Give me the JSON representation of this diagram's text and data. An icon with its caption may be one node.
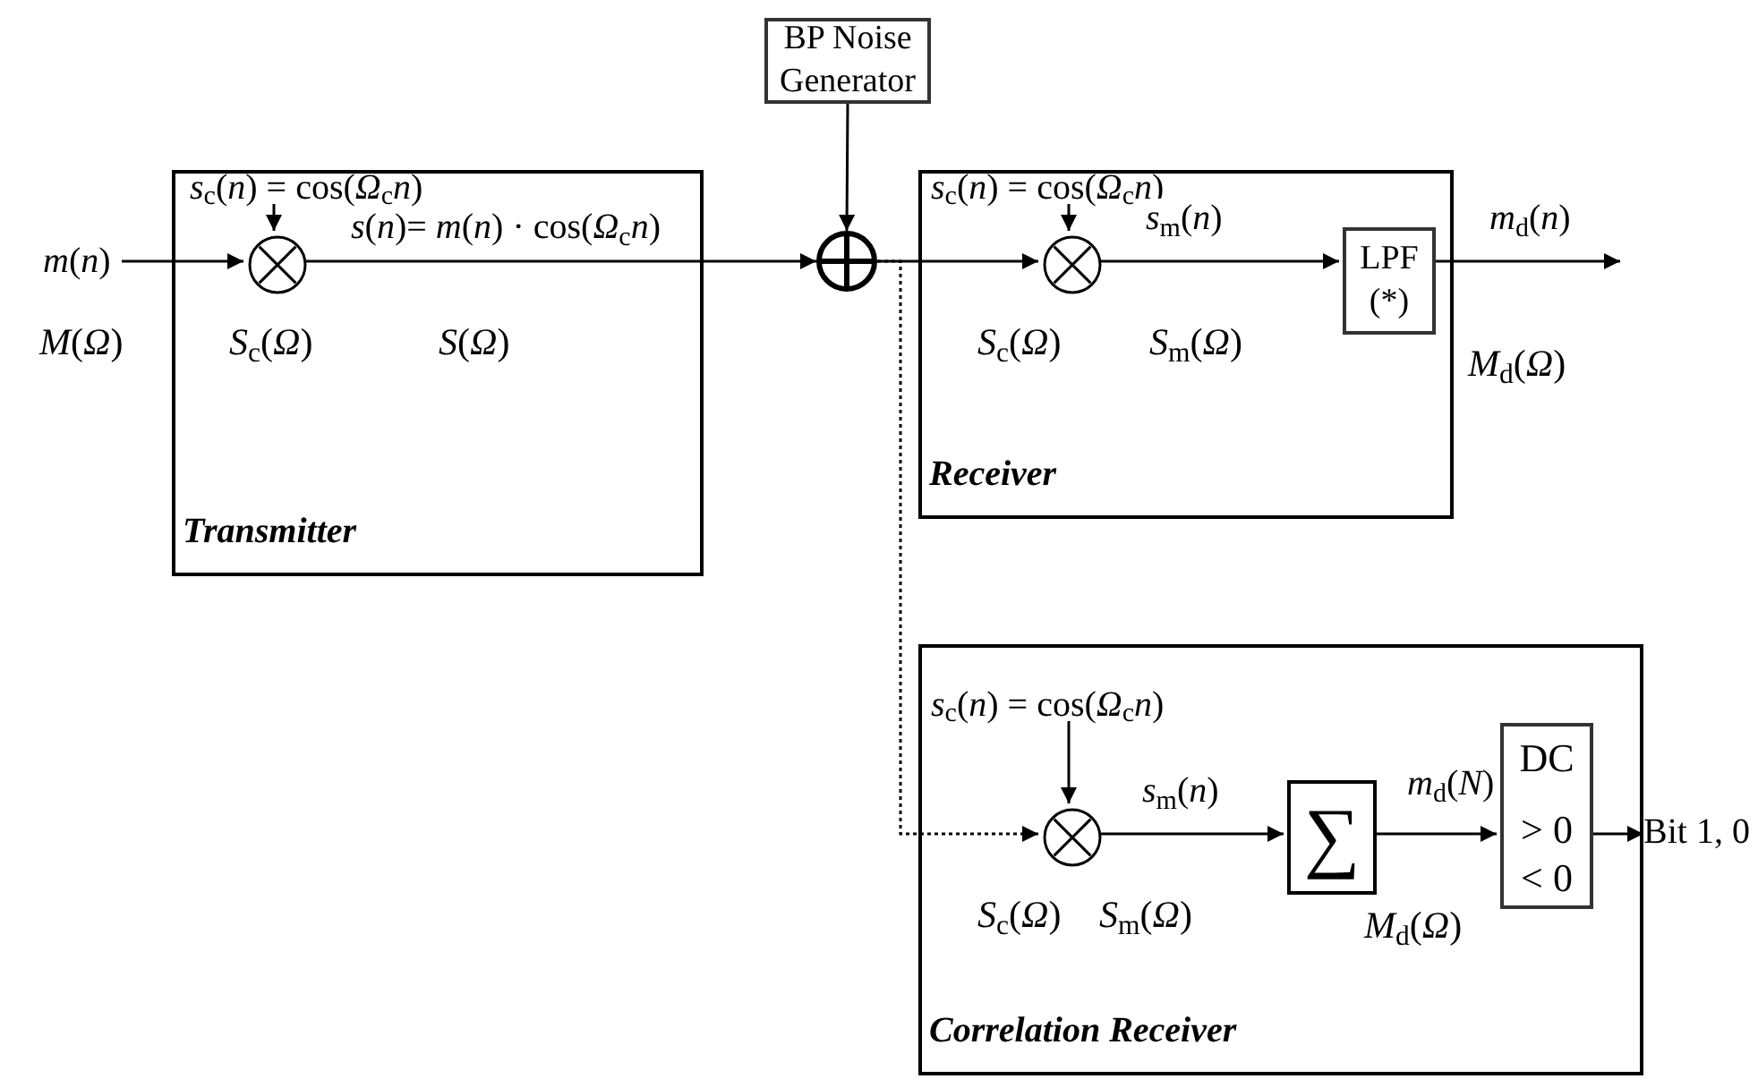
{
  "diagram": {
    "nodes": [
      {
        "text": [
          "Transmitter"
        ]
      },
      {
        "text": [],
        "shape": "circle",
        "in": 0,
        "beside": [
          "*S*$_{c}$(*Ω*)"
        ]
      },
      {
        "text": [
          "*s*$_{c}$(*n*) = cos(*Ω*$_{c}$*n*)"
        ],
        "in": 0
      },
      {
        "text": [
          "*m*(*n*)"
        ],
        "beside": [
          "*M*(*Ω*)"
        ]
      },
      {
        "text": [
          "BP Noise Generator"
        ]
      },
      {
        "text": [],
        "shape": "circle"
      },
      {
        "text": [
          "Receiver"
        ]
      },
      {
        "text": [],
        "shape": "circle",
        "in": 6,
        "beside": [
          "*S*$_{c}$(*Ω*)"
        ]
      },
      {
        "text": [
          "*s*$_{c}$(*n*) = cos(*Ω*$_{c}$*n*)"
        ],
        "in": 6
      },
      {
        "text": [
          "LPF",
          "(*)"
        ],
        "in": 6
      },
      {
        "text": [
          "Correlation Receiver"
        ]
      },
      {
        "text": [],
        "shape": "circle",
        "in": 10,
        "beside": [
          "*S*$_{c}$(*Ω*)"
        ]
      },
      {
        "text": [
          "*s*$_{c}$(*n*) = cos(*Ω*$_{c}$*n*)"
        ],
        "in": 10
      },
      {
        "text": [
          "∑"
        ],
        "in": 10
      },
      {
        "text": [
          "DC",
          "> 0",
          "< 0"
        ],
        "in": 10
      },
      {
        "text": [
          "Bit 1, 0"
        ]
      }
    ],
    "edges": [
      {
        "from": 2,
        "to": 1,
        "arrow": "to"
      },
      {
        "from": 3,
        "to": 1,
        "arrow": "to"
      },
      {
        "from": 1,
        "to": 5,
        "arrow": "to",
        "label": "*s*(*n*)= *m*(*n*) · cos(*Ω*$_{c}$*n*)"
      },
      {
        "from": 4,
        "to": 5,
        "arrow": "to"
      },
      {
        "from": 5,
        "to": 7,
        "arrow": "to"
      },
      {
        "from": 7,
        "to": 9,
        "arrow": "to",
        "label": "*s*$_{m}$(*n*)"
      },
      {
        "from": 8,
        "to": 7,
        "arrow": "to"
      },
      {
        "from": 9,
        "to": null,
        "arrow": "to",
        "label": "*m*$_{d}$(*n*)"
      },
      {
        "from": 5,
        "to": 11,
        "arrow": "to",
        "style": "dashed"
      },
      {
        "from": 12,
        "to": 11,
        "arrow": "to"
      },
      {
        "from": 11,
        "to": 13,
        "arrow": "to",
        "label": "*s*$_{m}$(*n*)"
      },
      {
        "from": 13,
        "to": 14,
        "arrow": "to",
        "label": "*m*$_{d}$(*N*)"
      },
      {
        "from": 14,
        "to": 15,
        "arrow": "to"
      }
    ],
    "labels": [
      "*S*(*Ω*)",
      "*S*$_{m}$(*Ω*)",
      "*M*$_{d}$(*Ω*)",
      "*S*$_{m}$(*Ω*)",
      "*M*$_{d}$(*Ω*)"
    ]
  }
}
